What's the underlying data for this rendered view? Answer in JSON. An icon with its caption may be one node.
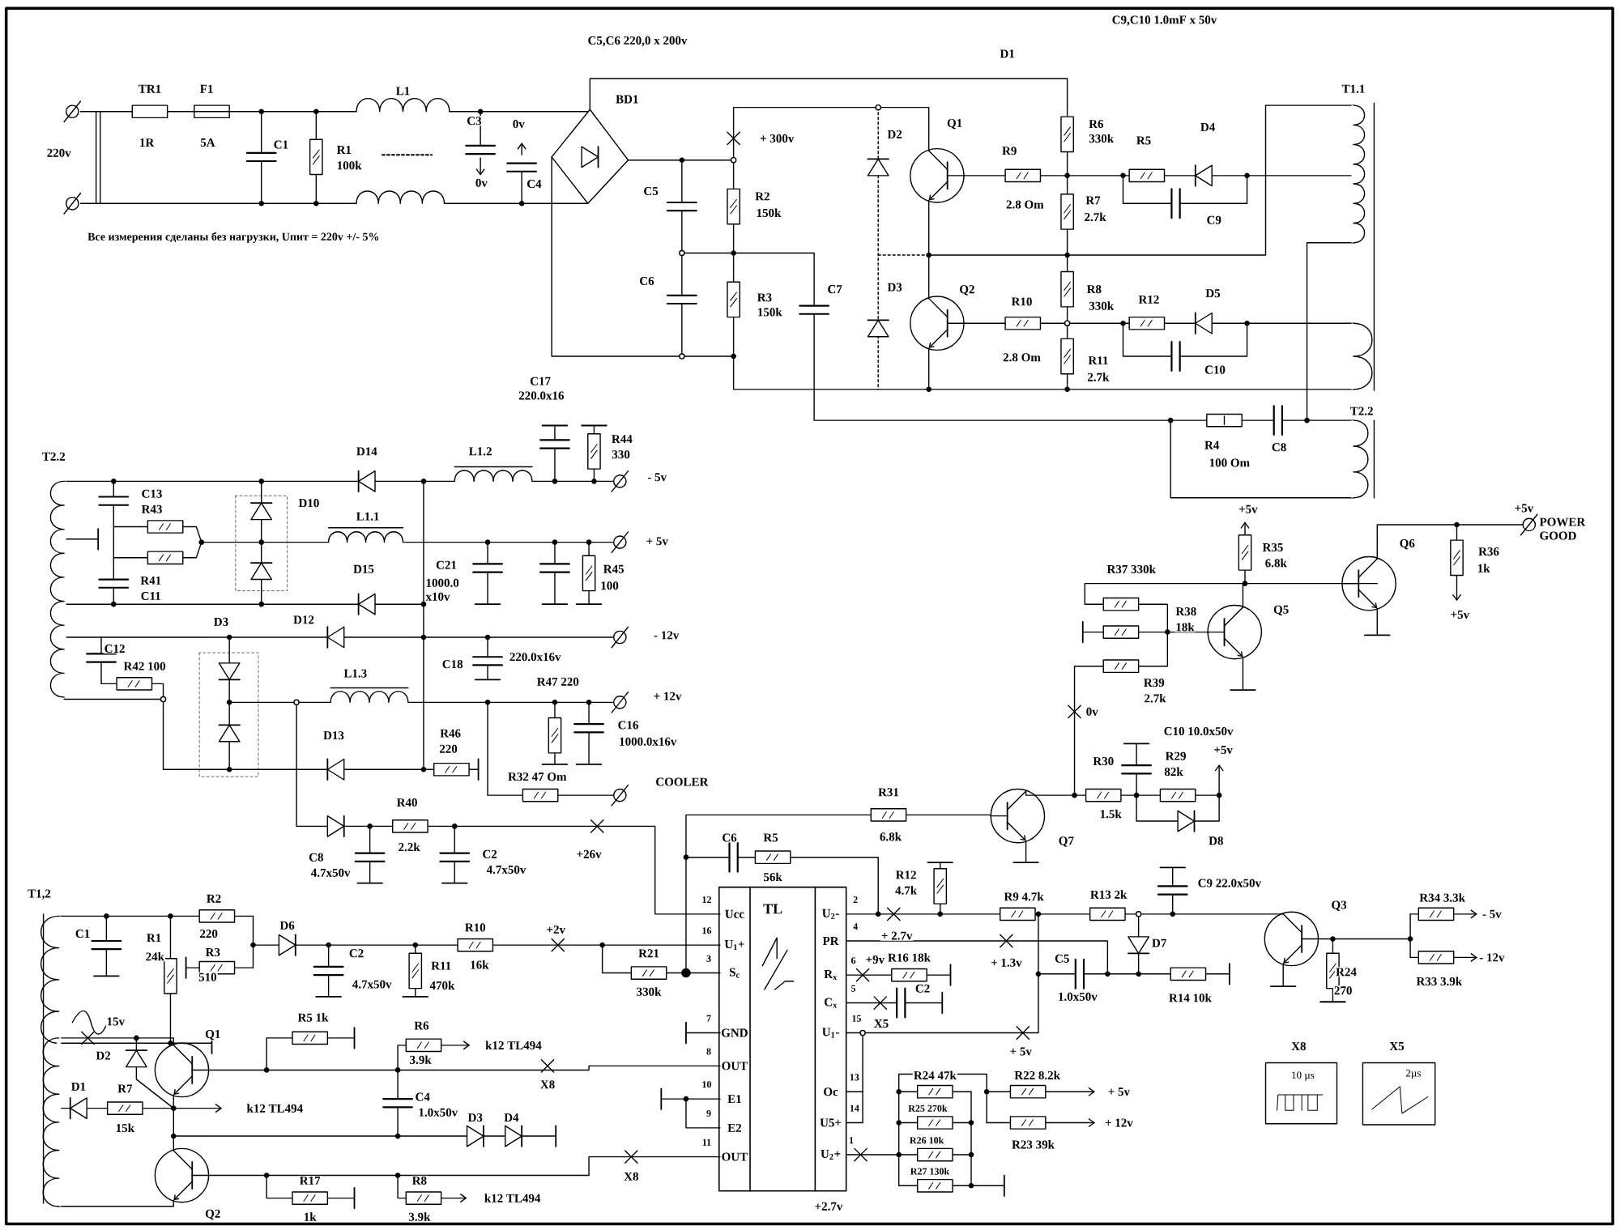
{
  "diagram": {
    "nodes": [
      {
        "text": [
          "TL",
          "Ucc",
          "U$_{1}$+",
          "S$_{c}$",
          "GND",
          "OUT",
          "E1",
          "E2",
          "OUT",
          "U$_{2}$-",
          "PR",
          "R$_{x}$",
          "C$_{x}$",
          "U$_{1}$-",
          "Oc",
          "U5+",
          "U$_{2}$+"
        ],
        "beside": [
          "12",
          "16",
          "3",
          "7",
          "8",
          "10",
          "9",
          "11",
          "2",
          "4",
          "6",
          "5",
          "15",
          "13",
          "14",
          "1"
        ]
      },
      {
        "text": [
          "X8",
          "10 µs"
        ]
      },
      {
        "text": [
          "X5",
          "2µs"
        ]
      }
    ],
    "labels": [
      "C9,C10 1.0mF x 50v",
      "C5,C6 220,0 x 200v",
      "D1",
      "TR1",
      "F1",
      "L1",
      "BD1",
      "+ 300v",
      "1R",
      "5A",
      "C1",
      "R1",
      "100k",
      "220v",
      "C3",
      "0v",
      "0v",
      "C4",
      "Все измерения сделаны без нагрузки, Uпит = 220v +/- 5%",
      "C5",
      "R2",
      "150k",
      "C6",
      "R3",
      "150k",
      "C7",
      "D2",
      "Q1",
      "R9",
      "2.8 Om",
      "R6",
      "330k",
      "R7",
      "2.7k",
      "R5",
      "D4",
      "C9",
      "T1.1",
      "D3",
      "Q2",
      "R10",
      "2.8 Om",
      "R8",
      "330k",
      "R11",
      "2.7k",
      "R12",
      "D5",
      "C10",
      "C17",
      "220.0x16",
      "T2.2",
      "R4",
      "100 Om",
      "C8",
      "R44",
      "330",
      "T2.2",
      "D14",
      "L1.2",
      "- 5v",
      "C13",
      "R43",
      "D10",
      "L1.1",
      "+5v",
      "+5v",
      "POWER GOOD",
      "+ 5v",
      "R35",
      "6.8k",
      "Q6",
      "R36",
      "1k",
      "C21",
      "1000.0 x10v",
      "D15",
      "R41",
      "C11",
      "R45",
      "100",
      "R37 330k",
      "+5v",
      "R38",
      "18k",
      "Q5",
      "D3",
      "D12",
      "- 12v",
      "C12",
      "220.0x16v",
      "R42 100",
      "C18",
      "L1.3",
      "R47 220",
      "R39",
      "2.7k",
      "+ 12v",
      "0v",
      "C16",
      "1000.0x16v",
      "C10 10.0x50v",
      "D13",
      "R46",
      "220",
      "R30",
      "R29",
      "82k",
      "+5v",
      "R32 47 Om",
      "COOLER",
      "R31",
      "1.5k",
      "R40",
      "6.8k",
      "C6",
      "R5",
      "D8",
      "Q7",
      "C8",
      "4.7x50v",
      "2.2k",
      "C2",
      "4.7x50v",
      "+26v",
      "R12",
      "56k",
      "C9 22.0x50v",
      "4.7k",
      "T1,2",
      "R2",
      "R9 4.7k",
      "R13 2k",
      "R34 3.3k",
      "Q3",
      "- 5v",
      "D6",
      "R10",
      "R21",
      "+2v",
      "+ 2.7v",
      "220",
      "C1",
      "R1",
      "D7",
      "C2",
      "- 12v",
      "R3",
      "24k",
      "+9v",
      "R16 18k",
      "C5",
      "+ 1.3v",
      "330k",
      "16k",
      "R11",
      "R24",
      "510",
      "4.7x50v",
      "R33 3.9k",
      "470k",
      "270",
      "C2",
      "1.0x50v",
      "R14 10k",
      "R5 1k",
      "15v",
      "R6",
      "X5",
      "k12 TL494",
      "3.9k",
      "Q1",
      "+ 5v",
      "D2",
      "X8",
      "R24 47k",
      "R22 8.2k",
      "D1",
      "R7",
      "+ 5v",
      "C4",
      "D3",
      "D4",
      "R25 270k",
      "1.0x50v",
      "15k",
      "k12 TL494",
      "+ 12v",
      "R26 10k",
      "R23 39k",
      "R17",
      "R8",
      "R27 130k",
      "X8",
      "k12 TL494",
      "+2.7v",
      "Q2",
      "1k",
      "3.9k"
    ]
  }
}
